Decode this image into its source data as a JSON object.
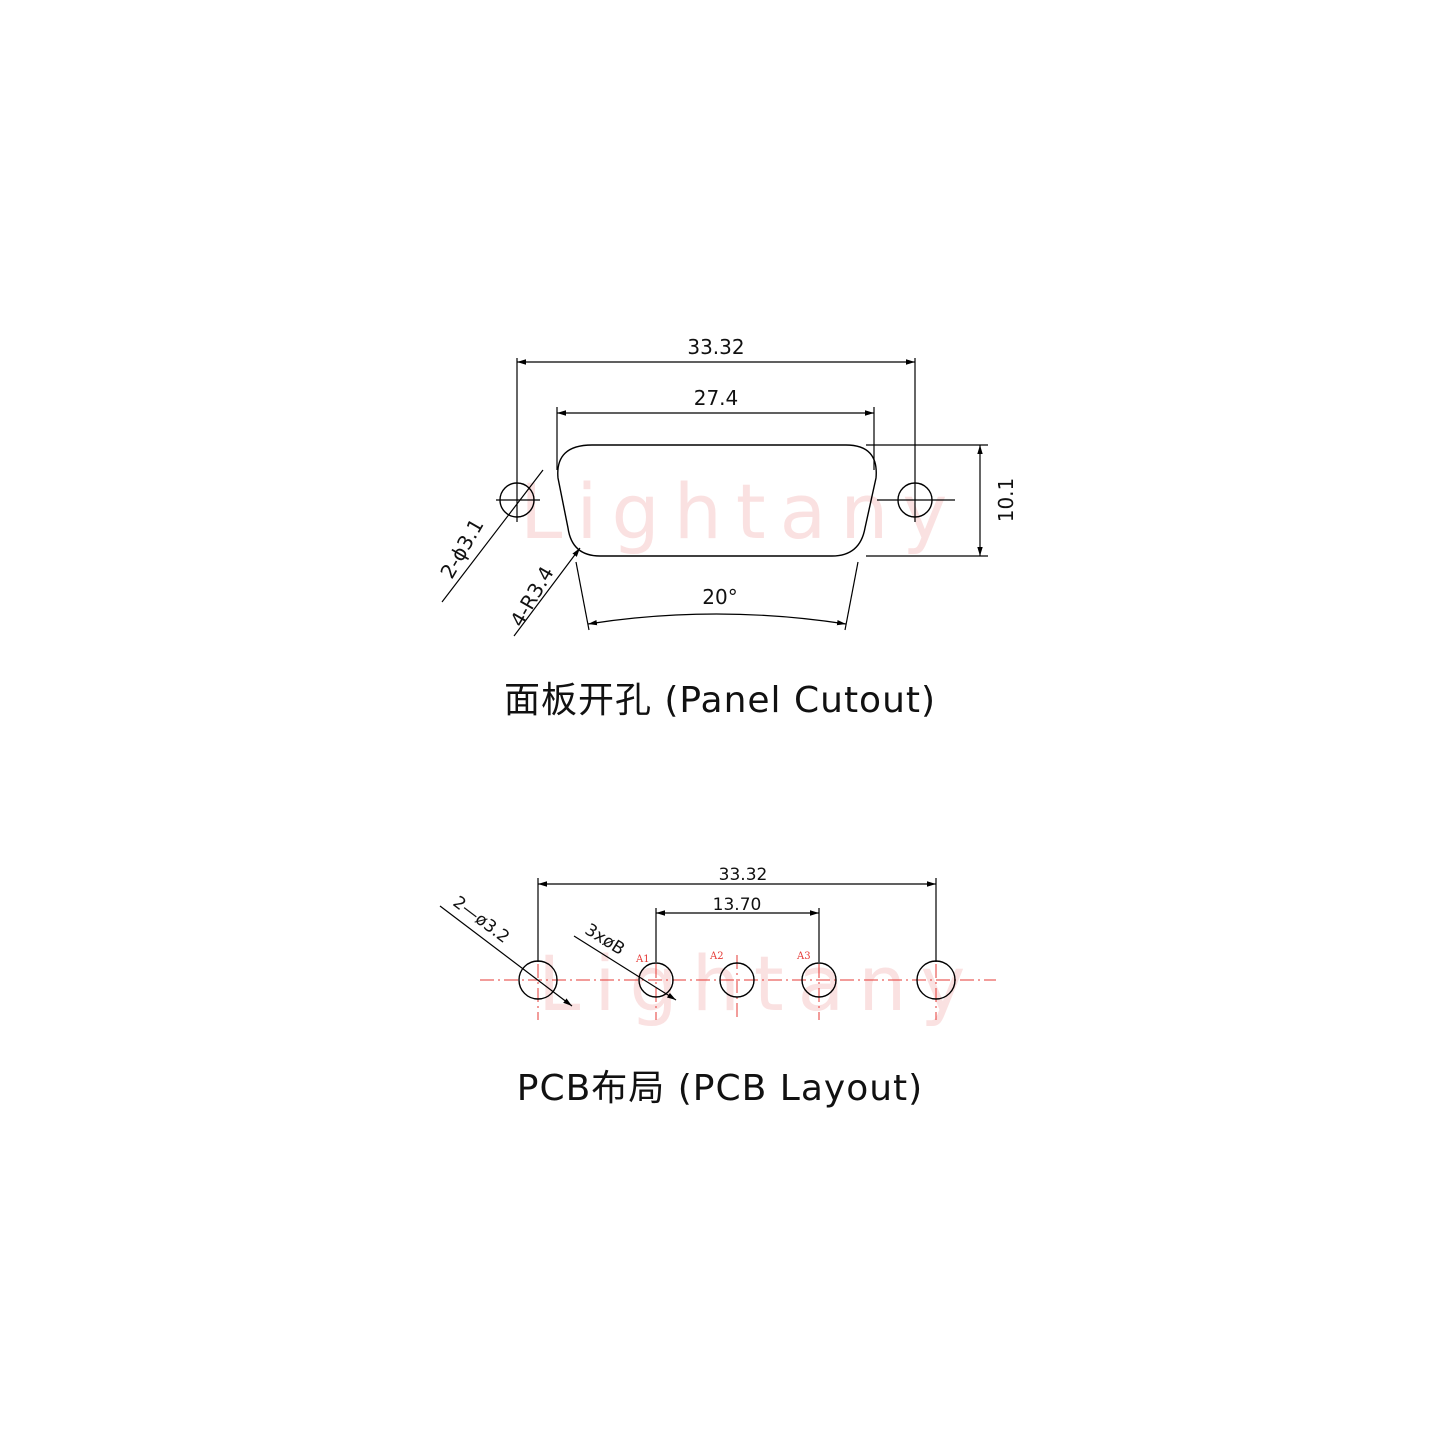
{
  "watermark": "Lightany",
  "panel_cutout": {
    "caption": "面板开孔 (Panel Cutout)",
    "dim_overall_width": "33.32",
    "dim_opening_width": "27.4",
    "dim_height": "10.1",
    "dim_mount_hole": "2-ϕ3.1",
    "dim_corner_radius": "4-R3.4",
    "dim_angle": "20°"
  },
  "pcb_layout": {
    "caption": "PCB布局 (PCB Layout)",
    "dim_overall_width": "33.32",
    "dim_pin_span": "13.70",
    "dim_mount_hole": "2—ø3.2",
    "dim_pin_hole": "3xøB",
    "pin_labels": [
      "A1",
      "A2",
      "A3"
    ]
  },
  "colors": {
    "line": "#000000",
    "centerline": "#e53935",
    "pin_label": "#e53935",
    "watermark": "#f6c9c9"
  }
}
